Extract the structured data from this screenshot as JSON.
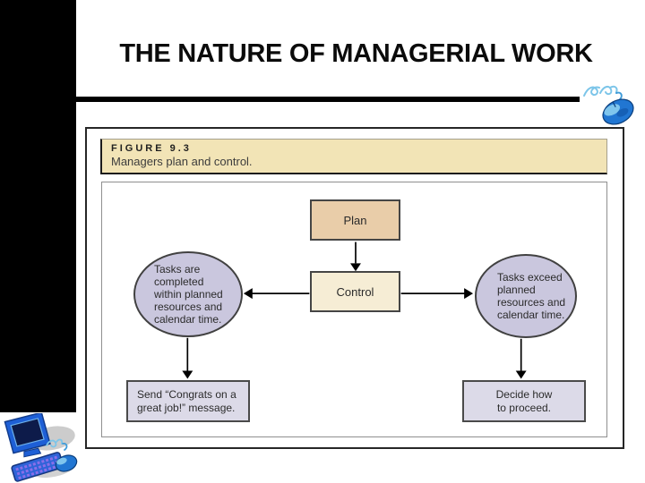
{
  "page": {
    "title": "THE NATURE OF MANAGERIAL WORK"
  },
  "figure": {
    "label": "FIGURE 9.3",
    "caption": "Managers plan and control."
  },
  "diagram": {
    "plan": "Plan",
    "control": "Control",
    "left_outcome": "Tasks are completed within planned resources and calendar time.",
    "right_outcome": "Tasks exceed planned resources and calendar time.",
    "left_action": "Send “Congrats on a great job!” message.",
    "right_action": "Decide how\nto proceed."
  },
  "icons": {
    "top_right": "web-mouse-icon",
    "bottom_left": "web-computer-icon"
  },
  "colors": {
    "figure_header_bg": "#f2e4b6",
    "plan_fill": "#e9cda9",
    "control_fill": "#f6edd5",
    "outcome_ellipse_fill": "#cac7de",
    "action_box_fill": "#dcdae8",
    "sidebar_bar": "#000000",
    "clipart_blue": "#2176d2",
    "clipart_light_blue": "#7cc5e9"
  }
}
